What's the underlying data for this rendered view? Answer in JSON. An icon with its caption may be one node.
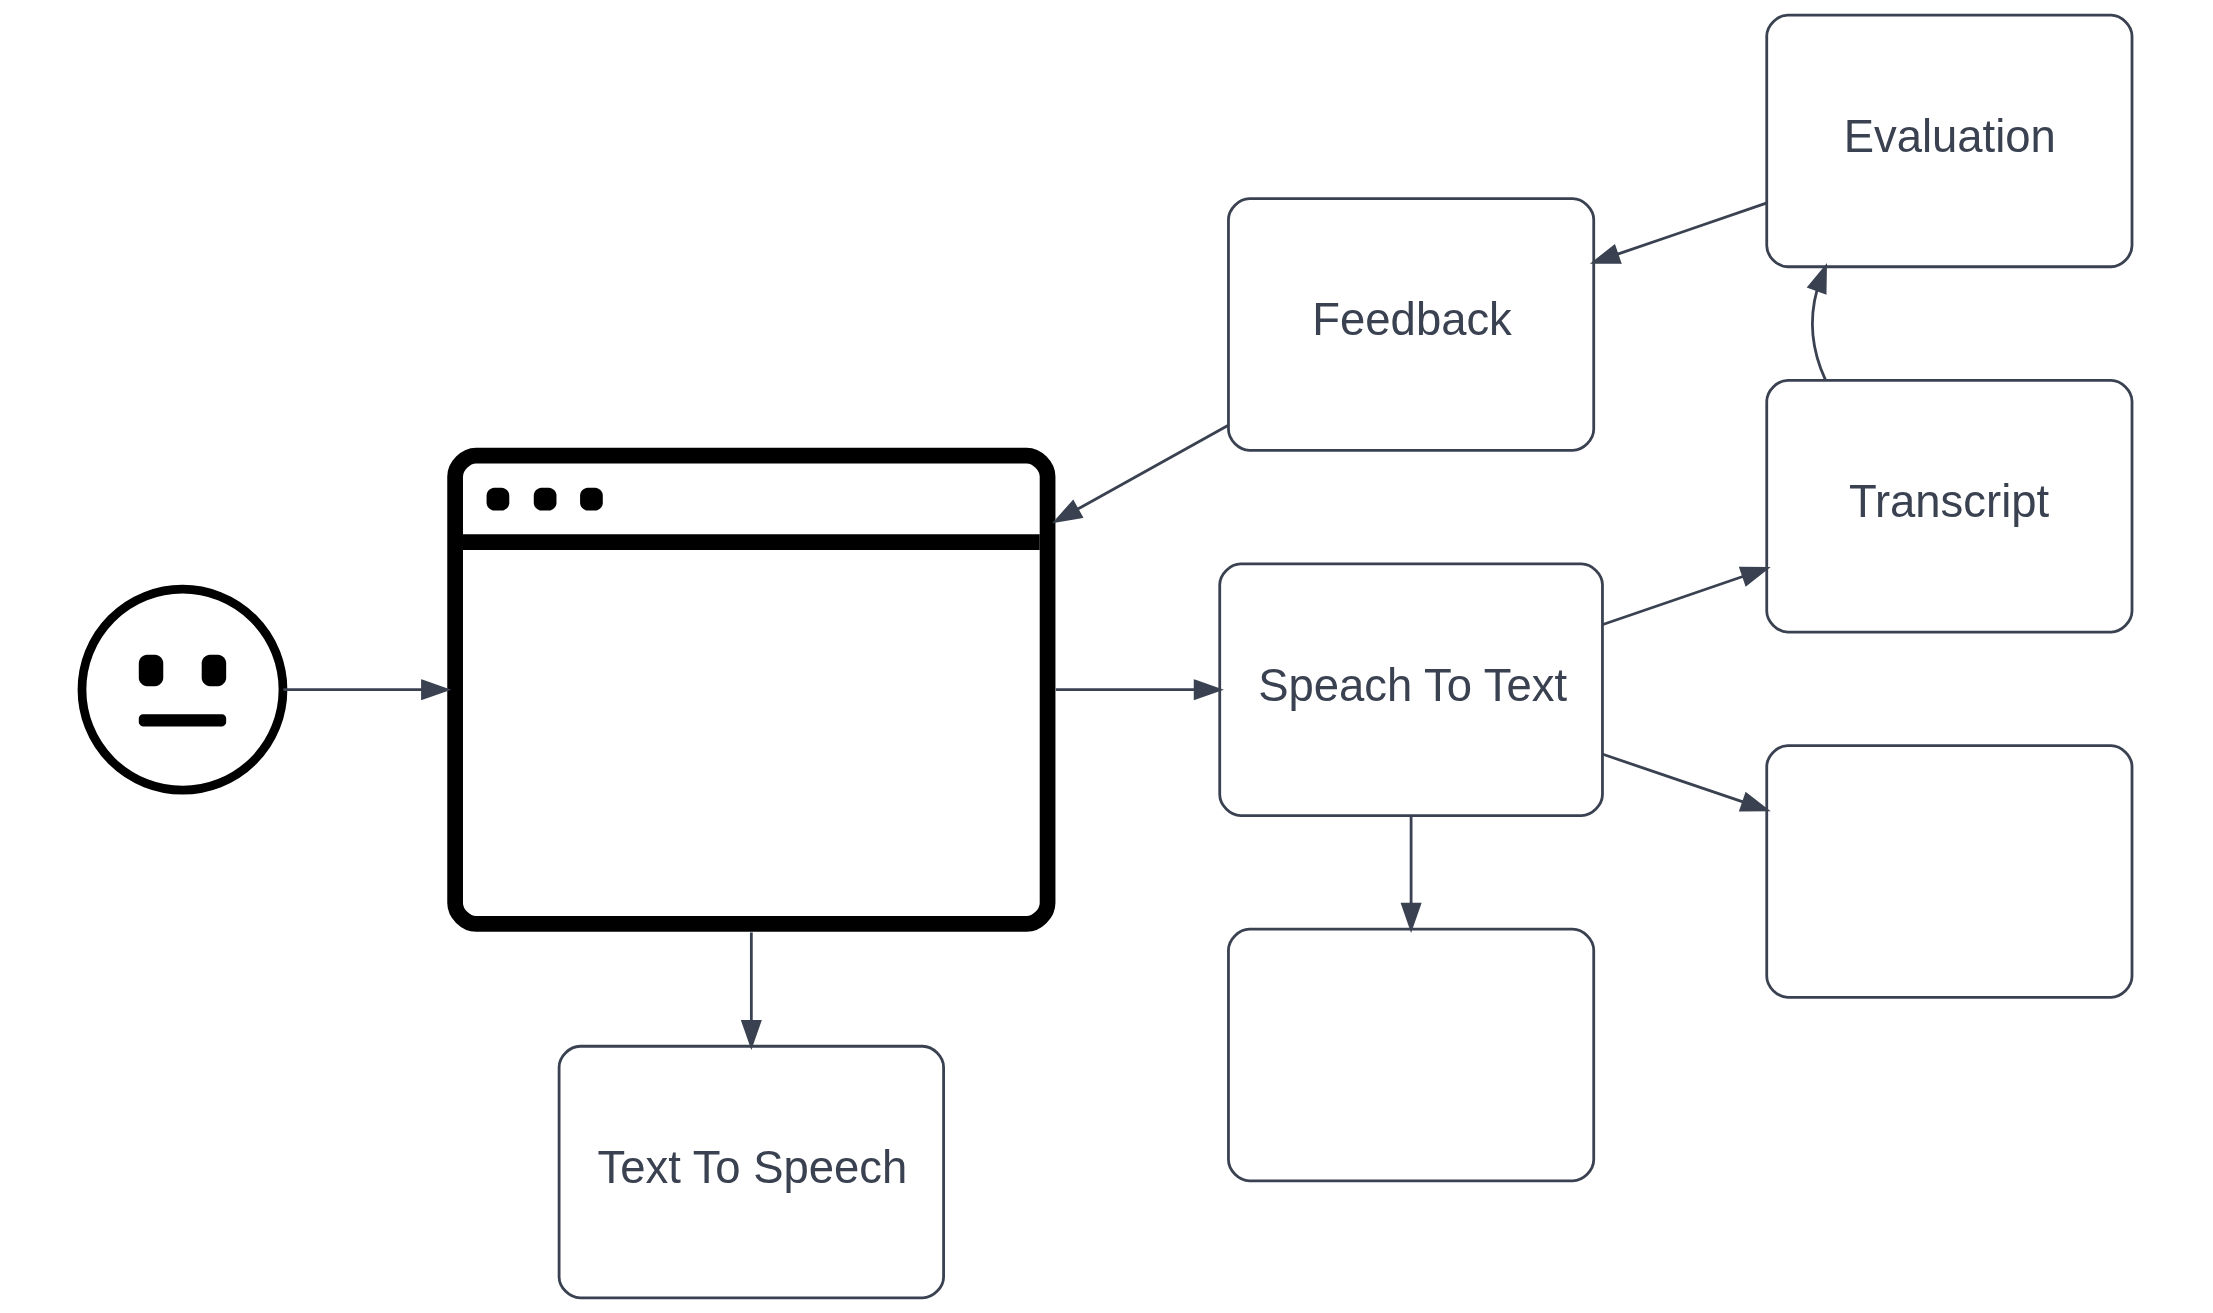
{
  "diagram": {
    "nodes": [
      {
        "text": [
          "Feedback"
        ]
      },
      {
        "text": [
          "Evaluation"
        ]
      },
      {
        "text": [],
        "shape": "picture"
      },
      {
        "text": [],
        "shape": "picture"
      },
      {
        "text": [
          "Speach To Text"
        ]
      },
      {
        "text": [
          "Transcript"
        ]
      },
      {
        "text": [
          "Text To Speech"
        ]
      },
      {
        "text": [],
        "shape": "box"
      },
      {
        "text": [],
        "shape": "box"
      }
    ],
    "edges": [
      {
        "from": 2,
        "to": 3,
        "arrow": "to"
      },
      {
        "from": 3,
        "to": 4,
        "arrow": "to"
      },
      {
        "from": 4,
        "to": 5,
        "arrow": "to"
      },
      {
        "from": 5,
        "to": 1,
        "arrow": "to"
      },
      {
        "from": 1,
        "to": 0,
        "arrow": "to"
      },
      {
        "from": 0,
        "to": 3,
        "arrow": "to"
      },
      {
        "from": 3,
        "to": 6,
        "arrow": "to"
      },
      {
        "from": 4,
        "to": 7,
        "arrow": "to"
      },
      {
        "from": 4,
        "to": 8,
        "arrow": "to"
      }
    ]
  }
}
